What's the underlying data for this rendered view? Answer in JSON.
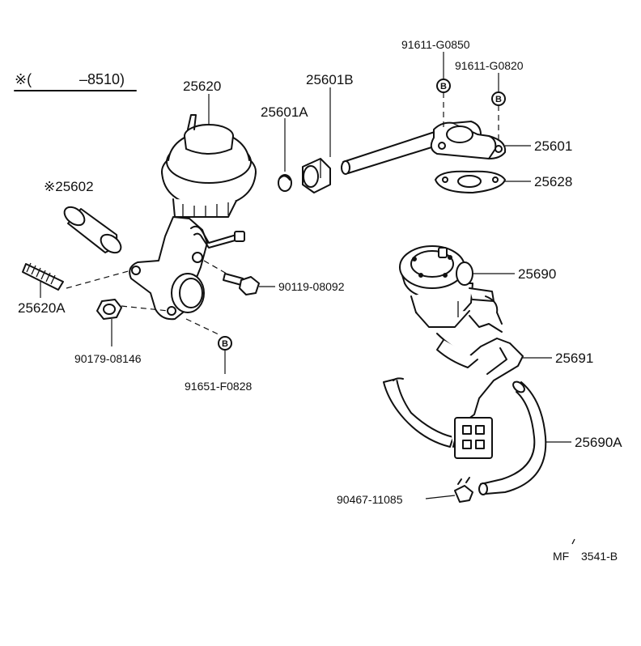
{
  "header": {
    "prefix": "※(",
    "suffix": "–8510)"
  },
  "parts": {
    "p25620": "25620",
    "p25601b": "25601B",
    "p25601a": "25601A",
    "p25602": "※25602",
    "p25620a": "25620A",
    "p90179": "90179-08146",
    "p90119": "90119-08092",
    "p91651": "91651-F0828",
    "p91611_0850": "91611-G0850",
    "p91611_0820": "91611-G0820",
    "p25601": "25601",
    "p25628": "25628",
    "p25690": "25690",
    "p25691": "25691",
    "p25690a": "25690A",
    "p90467": "90467-11085"
  },
  "callout_letter": "B",
  "footer": {
    "code_prefix": "MF",
    "code_suffix": "3541-B"
  }
}
